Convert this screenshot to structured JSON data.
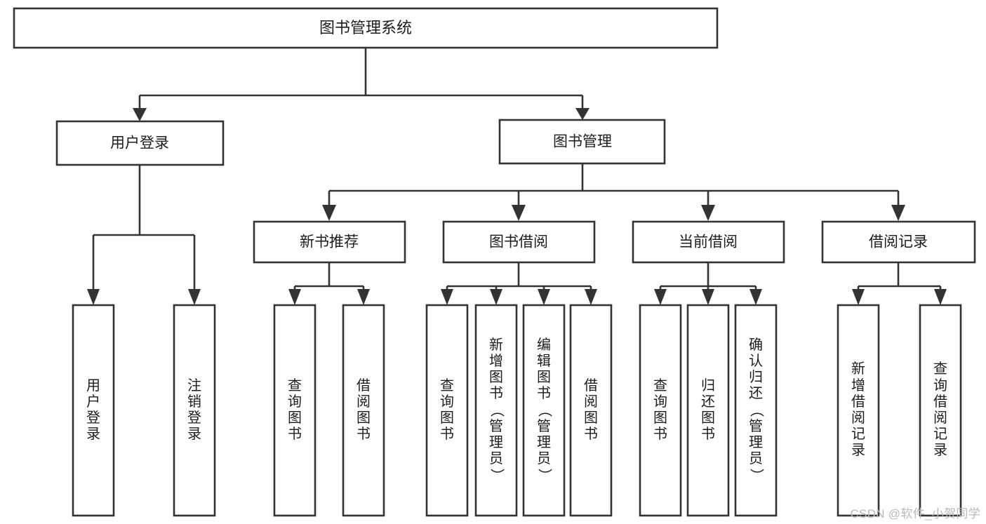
{
  "diagram": {
    "title": "图书管理系统",
    "type": "tree",
    "watermark": "CSDN @软件_小贺同学",
    "colors": {
      "stroke": "#333333",
      "fill": "#ffffff",
      "text": "#1c1c1c",
      "watermark": "#b9b9b9"
    },
    "root": {
      "label": "图书管理系统"
    },
    "level2": [
      {
        "label": "用户登录"
      },
      {
        "label": "图书管理"
      }
    ],
    "level3": [
      {
        "label": "新书推荐"
      },
      {
        "label": "图书借阅"
      },
      {
        "label": "当前借阅"
      },
      {
        "label": "借阅记录"
      }
    ],
    "leaves": {
      "user_login": [
        {
          "label": "用户登录"
        },
        {
          "label": "注销登录"
        }
      ],
      "new_book": [
        {
          "label": "查询图书"
        },
        {
          "label": "借阅图书"
        }
      ],
      "book_borrow": [
        {
          "label": "查询图书"
        },
        {
          "label": "新增图书（管理员）"
        },
        {
          "label": "编辑图书（管理员）"
        },
        {
          "label": "借阅图书"
        }
      ],
      "current_borrow": [
        {
          "label": "查询图书"
        },
        {
          "label": "归还图书"
        },
        {
          "label": "确认归还（管理员）"
        }
      ],
      "borrow_record": [
        {
          "label": "新增借阅记录"
        },
        {
          "label": "查询借阅记录"
        }
      ]
    }
  }
}
